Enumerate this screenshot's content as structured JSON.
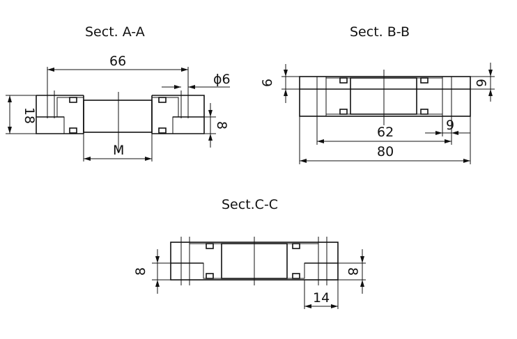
{
  "sections": {
    "aa": {
      "title": "Sect. A-A",
      "dim_width": "66",
      "dim_hole": "ϕ6",
      "dim_height": "18",
      "dim_step": "8",
      "dim_bore": "M"
    },
    "bb": {
      "title": "Sect. B-B",
      "dim_top_left": "6",
      "dim_top_right": "6",
      "dim_inner": "62",
      "dim_step": "9",
      "dim_outer": "80"
    },
    "cc": {
      "title": "Sect.C-C",
      "dim_left": "8",
      "dim_right": "8",
      "dim_bottom": "14"
    }
  }
}
